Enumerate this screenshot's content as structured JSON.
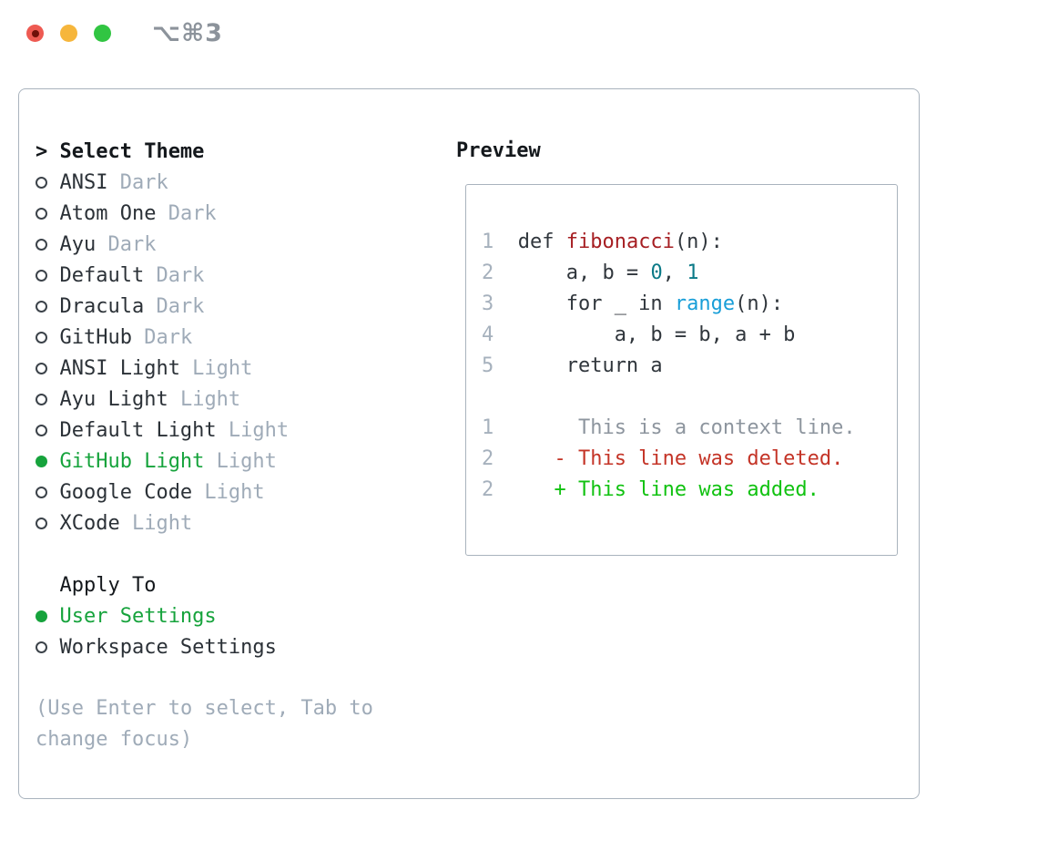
{
  "window": {
    "title": "⌥⌘3",
    "controls": [
      "close",
      "minimize",
      "zoom"
    ]
  },
  "theme_panel": {
    "prompt": ">",
    "header": "Select Theme",
    "items": [
      {
        "name": "ANSI",
        "variant": "Dark",
        "selected": false
      },
      {
        "name": "Atom One",
        "variant": "Dark",
        "selected": false
      },
      {
        "name": "Ayu",
        "variant": "Dark",
        "selected": false
      },
      {
        "name": "Default",
        "variant": "Dark",
        "selected": false
      },
      {
        "name": "Dracula",
        "variant": "Dark",
        "selected": false
      },
      {
        "name": "GitHub",
        "variant": "Dark",
        "selected": false
      },
      {
        "name": "ANSI Light",
        "variant": "Light",
        "selected": false
      },
      {
        "name": "Ayu Light",
        "variant": "Light",
        "selected": false
      },
      {
        "name": "Default Light",
        "variant": "Light",
        "selected": false
      },
      {
        "name": "GitHub Light",
        "variant": "Light",
        "selected": true
      },
      {
        "name": "Google Code",
        "variant": "Light",
        "selected": false
      },
      {
        "name": "XCode",
        "variant": "Light",
        "selected": false
      }
    ],
    "apply_to": {
      "header": "Apply To",
      "options": [
        {
          "label": "User Settings",
          "selected": true
        },
        {
          "label": "Workspace Settings",
          "selected": false
        }
      ]
    },
    "help": "(Use Enter to select, Tab to change focus)"
  },
  "preview_panel": {
    "header": "Preview",
    "lines": [
      {
        "num": "1",
        "tokens": [
          {
            "t": " def ",
            "c": "plain"
          },
          {
            "t": "fibonacci",
            "c": "func"
          },
          {
            "t": "(n):",
            "c": "plain"
          }
        ]
      },
      {
        "num": "2",
        "tokens": [
          {
            "t": "     a, b = ",
            "c": "plain"
          },
          {
            "t": "0",
            "c": "num"
          },
          {
            "t": ", ",
            "c": "plain"
          },
          {
            "t": "1",
            "c": "num"
          }
        ]
      },
      {
        "num": "3",
        "tokens": [
          {
            "t": "     for _ in ",
            "c": "plain"
          },
          {
            "t": "range",
            "c": "builtin"
          },
          {
            "t": "(n):",
            "c": "plain"
          }
        ]
      },
      {
        "num": "4",
        "tokens": [
          {
            "t": "         a, b = b, a + b",
            "c": "plain"
          }
        ]
      },
      {
        "num": "5",
        "tokens": [
          {
            "t": "     return a",
            "c": "plain"
          }
        ]
      },
      {
        "num": "",
        "tokens": []
      },
      {
        "num": "1",
        "tokens": [
          {
            "t": "      This is a context line.",
            "c": "context"
          }
        ]
      },
      {
        "num": "2",
        "tokens": [
          {
            "t": "    - This line was deleted.",
            "c": "del"
          }
        ]
      },
      {
        "num": "2",
        "tokens": [
          {
            "t": "    + This line was added.",
            "c": "add"
          }
        ]
      }
    ]
  },
  "colors": {
    "accent_green": "#16a33c",
    "name_dark": "#2b3137",
    "header_black": "#14181c",
    "muted": "#9fabb8",
    "border": "#a9b3bd",
    "lineno": "#a6b1bd",
    "code_plain": "#30363c",
    "code_func": "#a61e22",
    "code_builtin": "#189ed8",
    "code_num": "#0b7a87",
    "diff_context": "#8d959e",
    "diff_del": "#c43427",
    "diff_add": "#11c211",
    "title_gray": "#8c939b",
    "circle_border": "#3c434a",
    "tl_red": "#ee5a52",
    "tl_red_dot": "#701009",
    "tl_yellow": "#f6b63c",
    "tl_green": "#31c542"
  }
}
